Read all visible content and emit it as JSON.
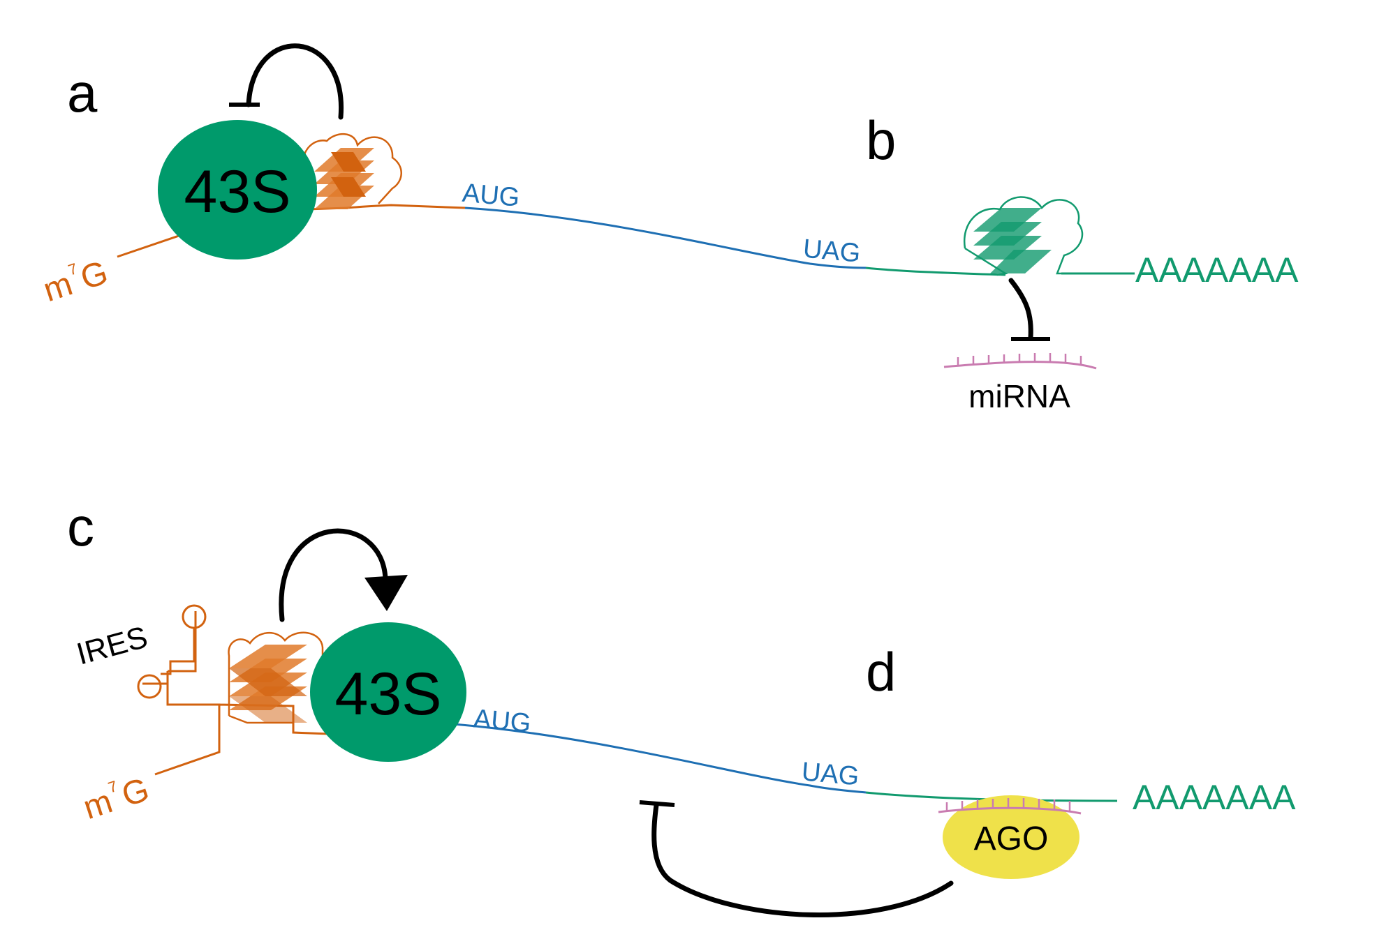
{
  "colors": {
    "orange": "#D2620F",
    "orange_fill": "#E07A2A",
    "blue": "#1E6FB3",
    "green": "#119A6E",
    "ribosome": "#009A6B",
    "mirna": "#C97BB0",
    "ago": "#EFE14A",
    "black": "#000000"
  },
  "panels": {
    "a": {
      "label": "a",
      "ribosome": "43S",
      "cap_m": "m",
      "cap_sup": "7",
      "cap_g": "G",
      "start_codon": "AUG",
      "stop_codon": "UAG"
    },
    "b": {
      "label": "b",
      "polya": "AAAAAAA",
      "mirna": "miRNA"
    },
    "c": {
      "label": "c",
      "ribosome": "43S",
      "ires": "IRES",
      "cap_m": "m",
      "cap_sup": "7",
      "cap_g": "G",
      "start_codon": "AUG",
      "stop_codon": "UAG"
    },
    "d": {
      "label": "d",
      "polya": "AAAAAAA",
      "ago": "AGO"
    }
  },
  "icons": [
    "inhibition-arrow",
    "activation-arrow",
    "g-quadruplex-icon",
    "ribosome-43s",
    "mirna-strand",
    "ago-protein"
  ]
}
